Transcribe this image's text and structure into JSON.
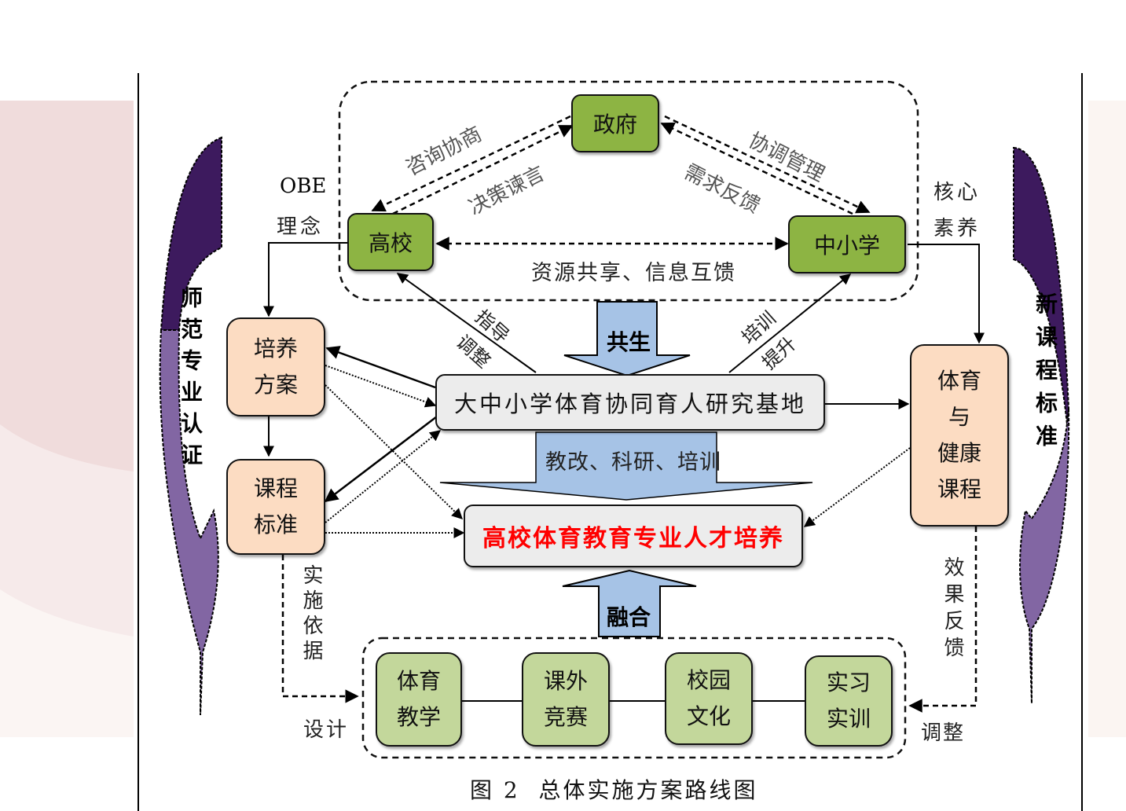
{
  "figure": {
    "caption": "图 2  总体实施方案路线图",
    "left_band_label": "师范专业认证",
    "right_band_label": "新课程标准",
    "nodes": {
      "government": "政府",
      "university": "高校",
      "k12": "中小学",
      "training_plan": "培养\n方案",
      "course_standard": "课程\n标准",
      "research_base": "大中小学体育协同育人研究基地",
      "talent_cultivation": "高校体育教育专业人才培养",
      "pe_health_course": "体育\n与\n健康\n课程",
      "pe_teaching": "体育\n教学",
      "extracurricular": "课外\n竞赛",
      "campus_culture": "校园\n文化",
      "internship": "实习\n实训"
    },
    "edge_labels": {
      "consult": "咨询协商",
      "advise": "决策谏言",
      "coordinate": "协调管理",
      "demand_feedback": "需求反馈",
      "resource_share": "资源共享、信息互馈",
      "obe_line1": "OBE",
      "obe_line2": "理念",
      "core_literacy_line1": "核心",
      "core_literacy_line2": "素养",
      "guide": "指导",
      "adjust_left": "调整",
      "train": "培训",
      "improve": "提升",
      "symbiosis": "共生",
      "reform": "教改、科研、培训",
      "fusion": "融合",
      "implementation_basis": "实施依据",
      "design": "设计",
      "effect_feedback": "效果反馈",
      "adjust_bottom": "调整"
    },
    "colors": {
      "green_node": "#8db443",
      "light_green_node": "#c3d79b",
      "peach_node": "#fcdcc2",
      "grey_node": "#ececec",
      "blue_arrow": "#a6c3e6",
      "highlight_text": "#ff0000",
      "band_dark": "#3d1a5e",
      "band_light": "#8266a3"
    }
  }
}
